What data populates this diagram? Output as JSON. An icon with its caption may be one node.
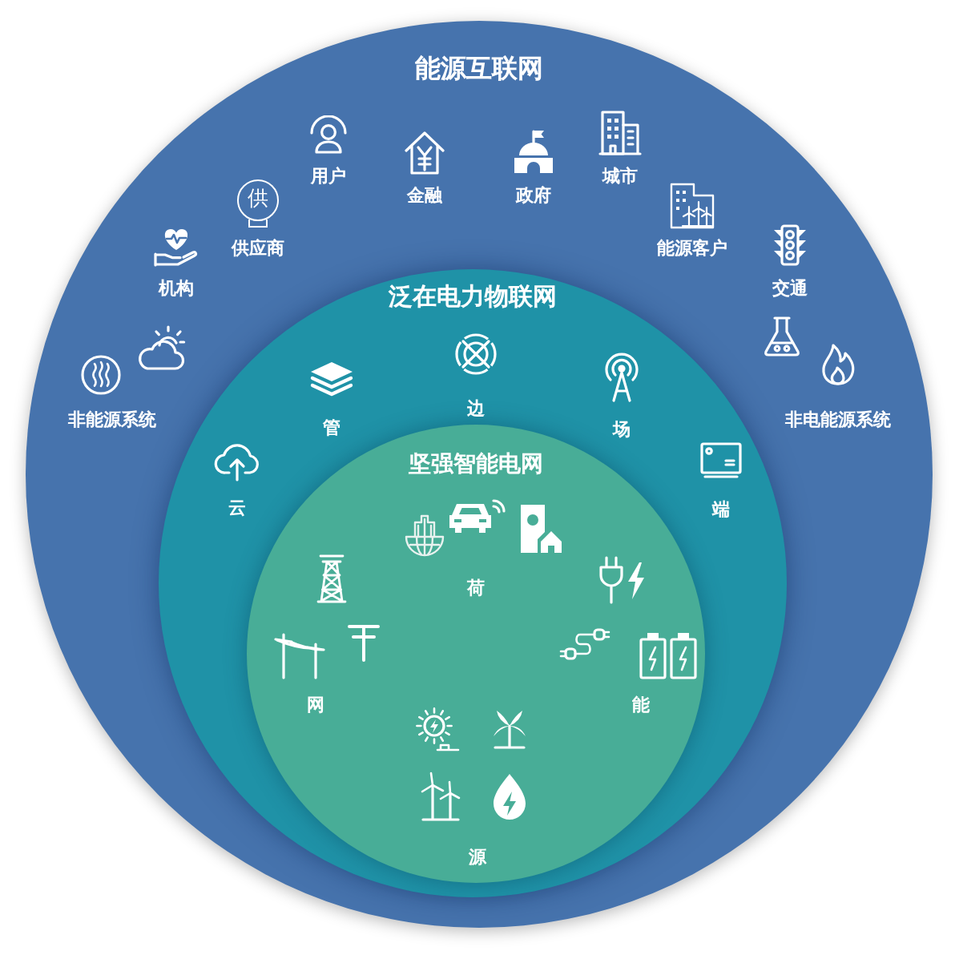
{
  "diagram": {
    "nodes": [
      {
        "text": [
          "能源互联网"
        ]
      },
      {
        "text": [
          "泛在电力物联网"
        ],
        "in": 0
      },
      {
        "text": [
          "坚强智能电网"
        ],
        "in": 1
      }
    ],
    "labels": [
      "非能源系统",
      "机构",
      "供",
      "供应商",
      "用户",
      "金融",
      "政府",
      "城市",
      "能源客户",
      "交通",
      "非电能源系统",
      "云",
      "管",
      "边",
      "场",
      "端",
      "网",
      "荷",
      "能",
      "源"
    ]
  }
}
